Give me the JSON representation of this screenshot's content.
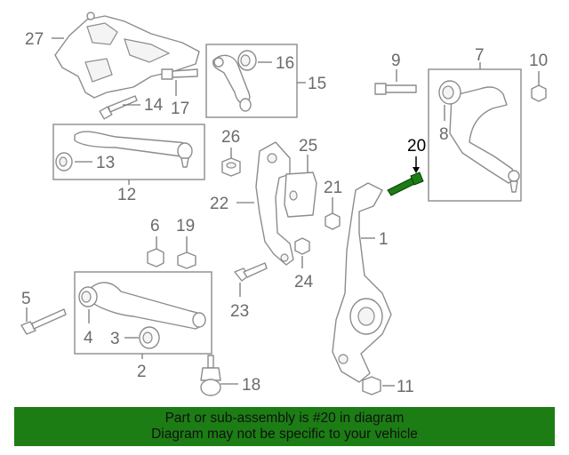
{
  "callouts": {
    "c1": "1",
    "c2": "2",
    "c3": "3",
    "c4": "4",
    "c5": "5",
    "c6": "6",
    "c7": "7",
    "c8": "8",
    "c9": "9",
    "c10": "10",
    "c11": "11",
    "c12": "12",
    "c13": "13",
    "c14": "14",
    "c15": "15",
    "c16": "16",
    "c17": "17",
    "c18": "18",
    "c19": "19",
    "c20": "20",
    "c21": "21",
    "c22": "22",
    "c23": "23",
    "c24": "24",
    "c25": "25",
    "c26": "26",
    "c27": "27"
  },
  "highlight_part": "20",
  "colors": {
    "banner_bg": "#1c7d14",
    "highlight_part": "#1c7d14",
    "line_art": "#8c8c8c"
  },
  "banner": {
    "line1": "Part or sub-assembly is #20 in diagram",
    "line2": "Diagram may not be specific to your vehicle"
  }
}
